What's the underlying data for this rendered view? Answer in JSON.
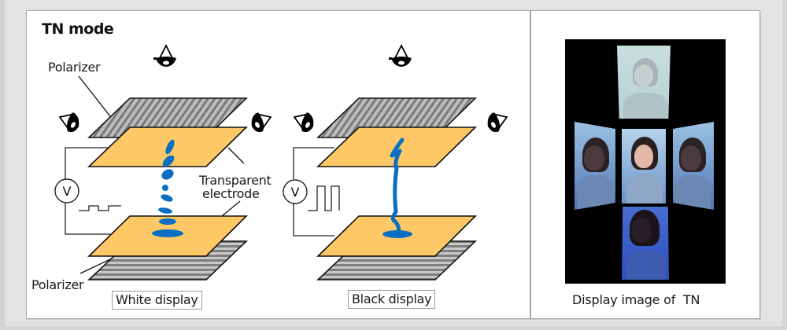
{
  "figure": {
    "title": "TN mode",
    "labels": {
      "polarizer_top": "Polarizer",
      "transparent_electrode_line1": "Transparent",
      "transparent_electrode_line2": "electrode",
      "polarizer_bottom": "Polarizer",
      "voltmeter": "V"
    },
    "panels": [
      {
        "name": "white",
        "caption": "White display",
        "liquid_crystal_state": "twisted"
      },
      {
        "name": "black",
        "caption": "Black display",
        "liquid_crystal_state": "aligned"
      }
    ],
    "display_image": {
      "caption": "Display image of  TN",
      "views": [
        "top",
        "left",
        "center",
        "right",
        "bottom"
      ]
    },
    "colors": {
      "electrode": "#fdc865",
      "polarizer": "#9a9a9a",
      "liquid_crystal": "#0a6fc2",
      "panel_bg": "#ffffff",
      "page_bg": "#e3e3e3"
    },
    "icons": [
      "eye-top-icon",
      "eye-left-icon",
      "eye-right-icon"
    ]
  }
}
